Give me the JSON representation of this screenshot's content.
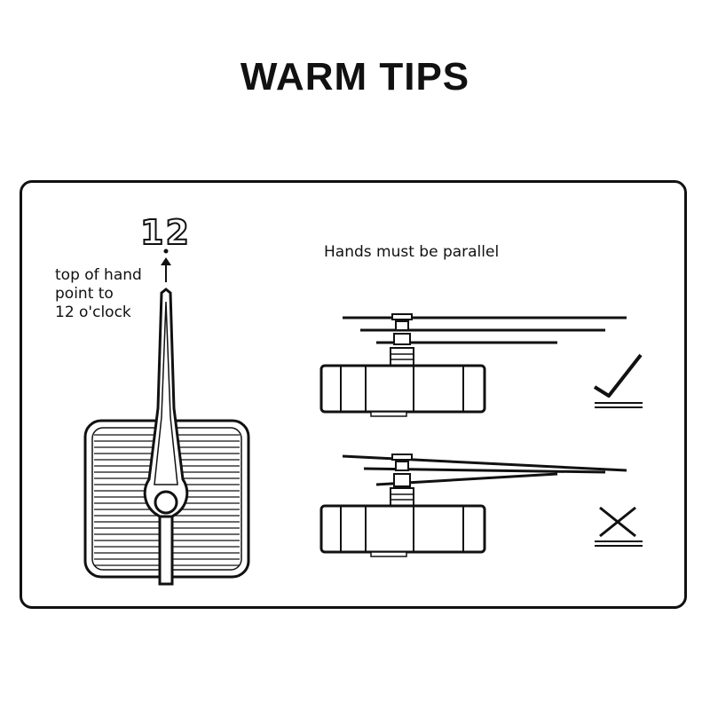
{
  "title": "WARM TIPS",
  "left_diagram": {
    "hour_number": "12",
    "note_lines": [
      "top of hand",
      "point to",
      "12 o'clock"
    ]
  },
  "right_diagram": {
    "caption": "Hands must be parallel",
    "correct_mark": "check-icon",
    "wrong_mark": "cross-icon"
  }
}
